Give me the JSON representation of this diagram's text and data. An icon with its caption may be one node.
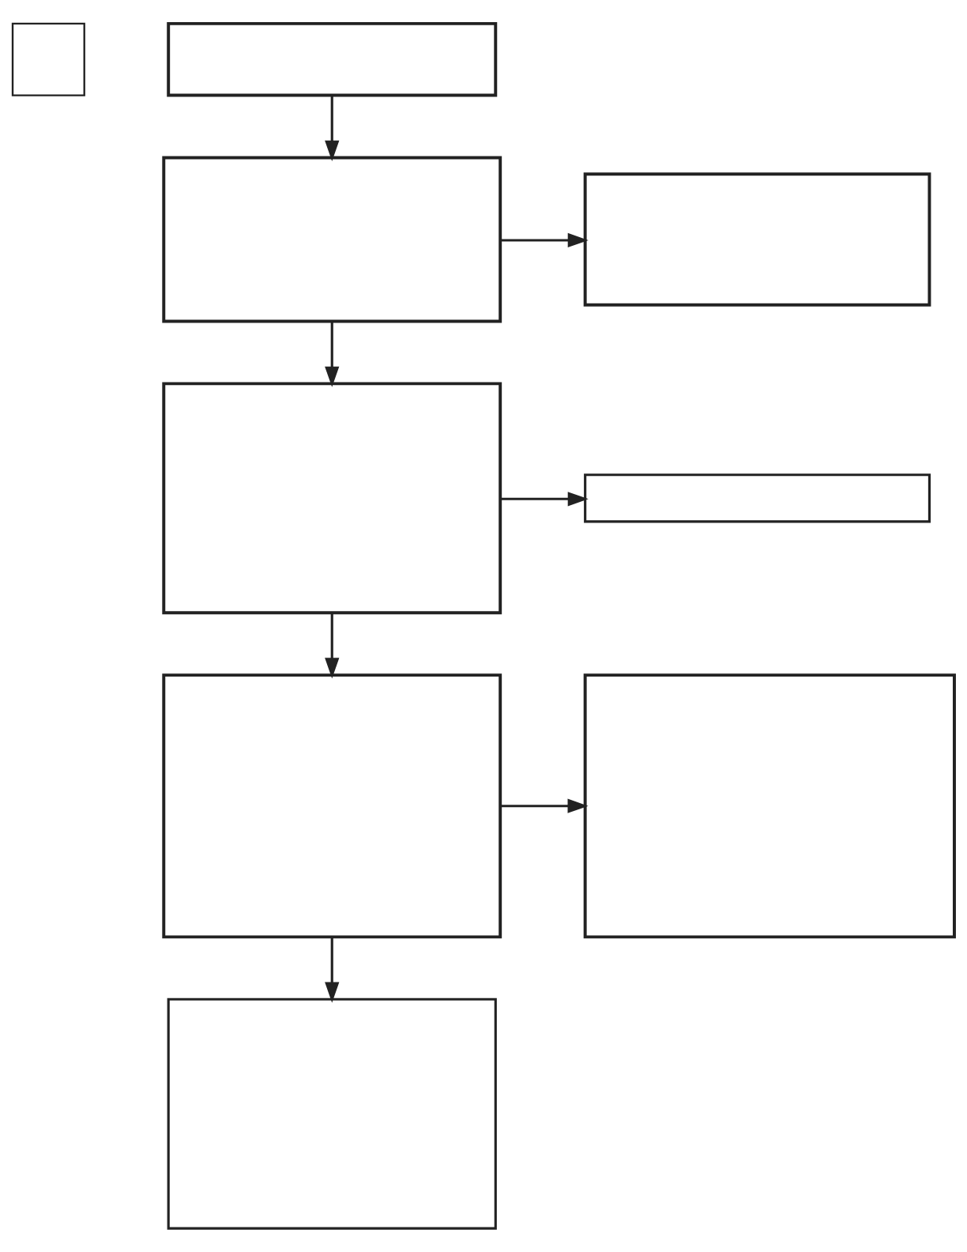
{
  "diagram": {
    "nodes": [
      {
        "text": [],
        "shape": "box"
      },
      {
        "text": [],
        "shape": "box"
      },
      {
        "text": [],
        "shape": "box"
      },
      {
        "text": [],
        "shape": "box"
      },
      {
        "text": [],
        "shape": "box"
      },
      {
        "text": [],
        "shape": "box"
      },
      {
        "text": [],
        "shape": "box"
      },
      {
        "text": [],
        "shape": "box"
      },
      {
        "text": [],
        "shape": "box"
      }
    ],
    "edges": [
      {
        "from": 1,
        "to": 2,
        "arrow": "to"
      },
      {
        "from": 2,
        "to": 3,
        "arrow": "to"
      },
      {
        "from": 2,
        "to": 4,
        "arrow": "to"
      },
      {
        "from": 4,
        "to": 5,
        "arrow": "to"
      },
      {
        "from": 4,
        "to": 6,
        "arrow": "to"
      },
      {
        "from": 6,
        "to": 7,
        "arrow": "to"
      },
      {
        "from": 6,
        "to": 8,
        "arrow": "to"
      }
    ]
  }
}
